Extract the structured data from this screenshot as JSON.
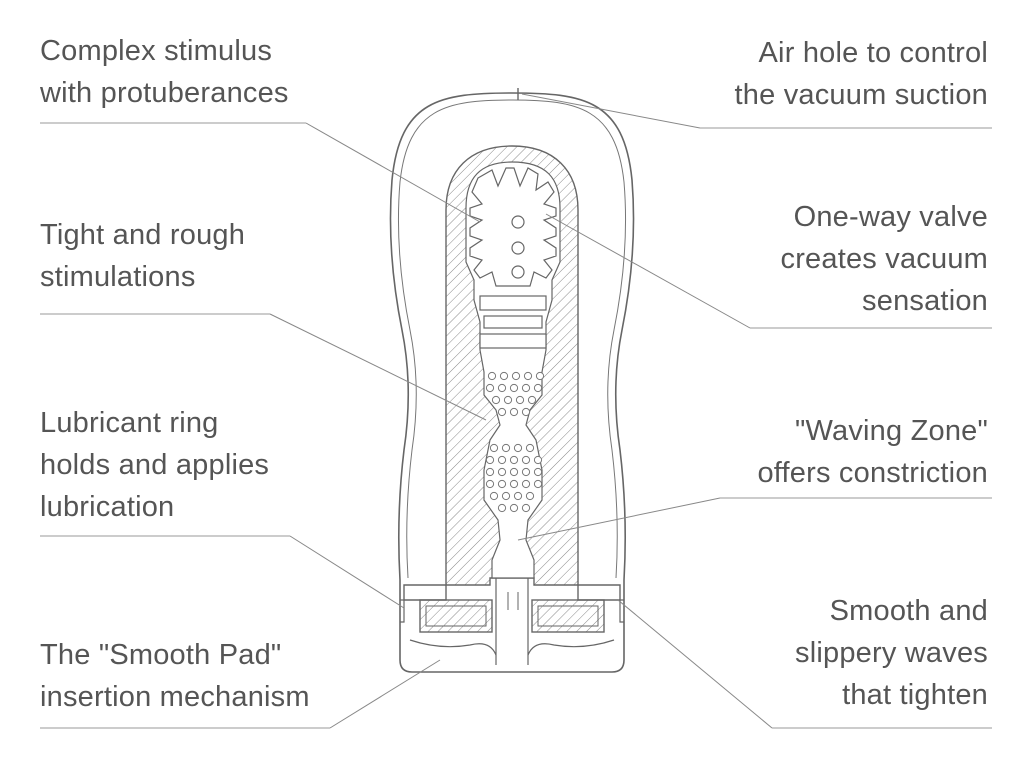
{
  "labels": {
    "complex_stimulus": [
      "Complex stimulus",
      "with protuberances"
    ],
    "tight_rough": [
      "Tight and rough",
      "stimulations"
    ],
    "lubricant_ring": [
      "Lubricant ring",
      "holds and applies",
      "lubrication"
    ],
    "smooth_pad": [
      "The \"Smooth Pad\"",
      "insertion mechanism"
    ],
    "air_hole": [
      "Air hole to control",
      "the vacuum suction"
    ],
    "one_way_valve": [
      "One-way valve",
      "creates vacuum",
      "sensation"
    ],
    "waving_zone": [
      "\"Waving Zone\"",
      "offers constriction"
    ],
    "smooth_waves": [
      "Smooth  and",
      "slippery waves",
      "that  tighten"
    ]
  },
  "colors": {
    "text": "#555555",
    "line": "#666666",
    "leader": "#888888"
  }
}
